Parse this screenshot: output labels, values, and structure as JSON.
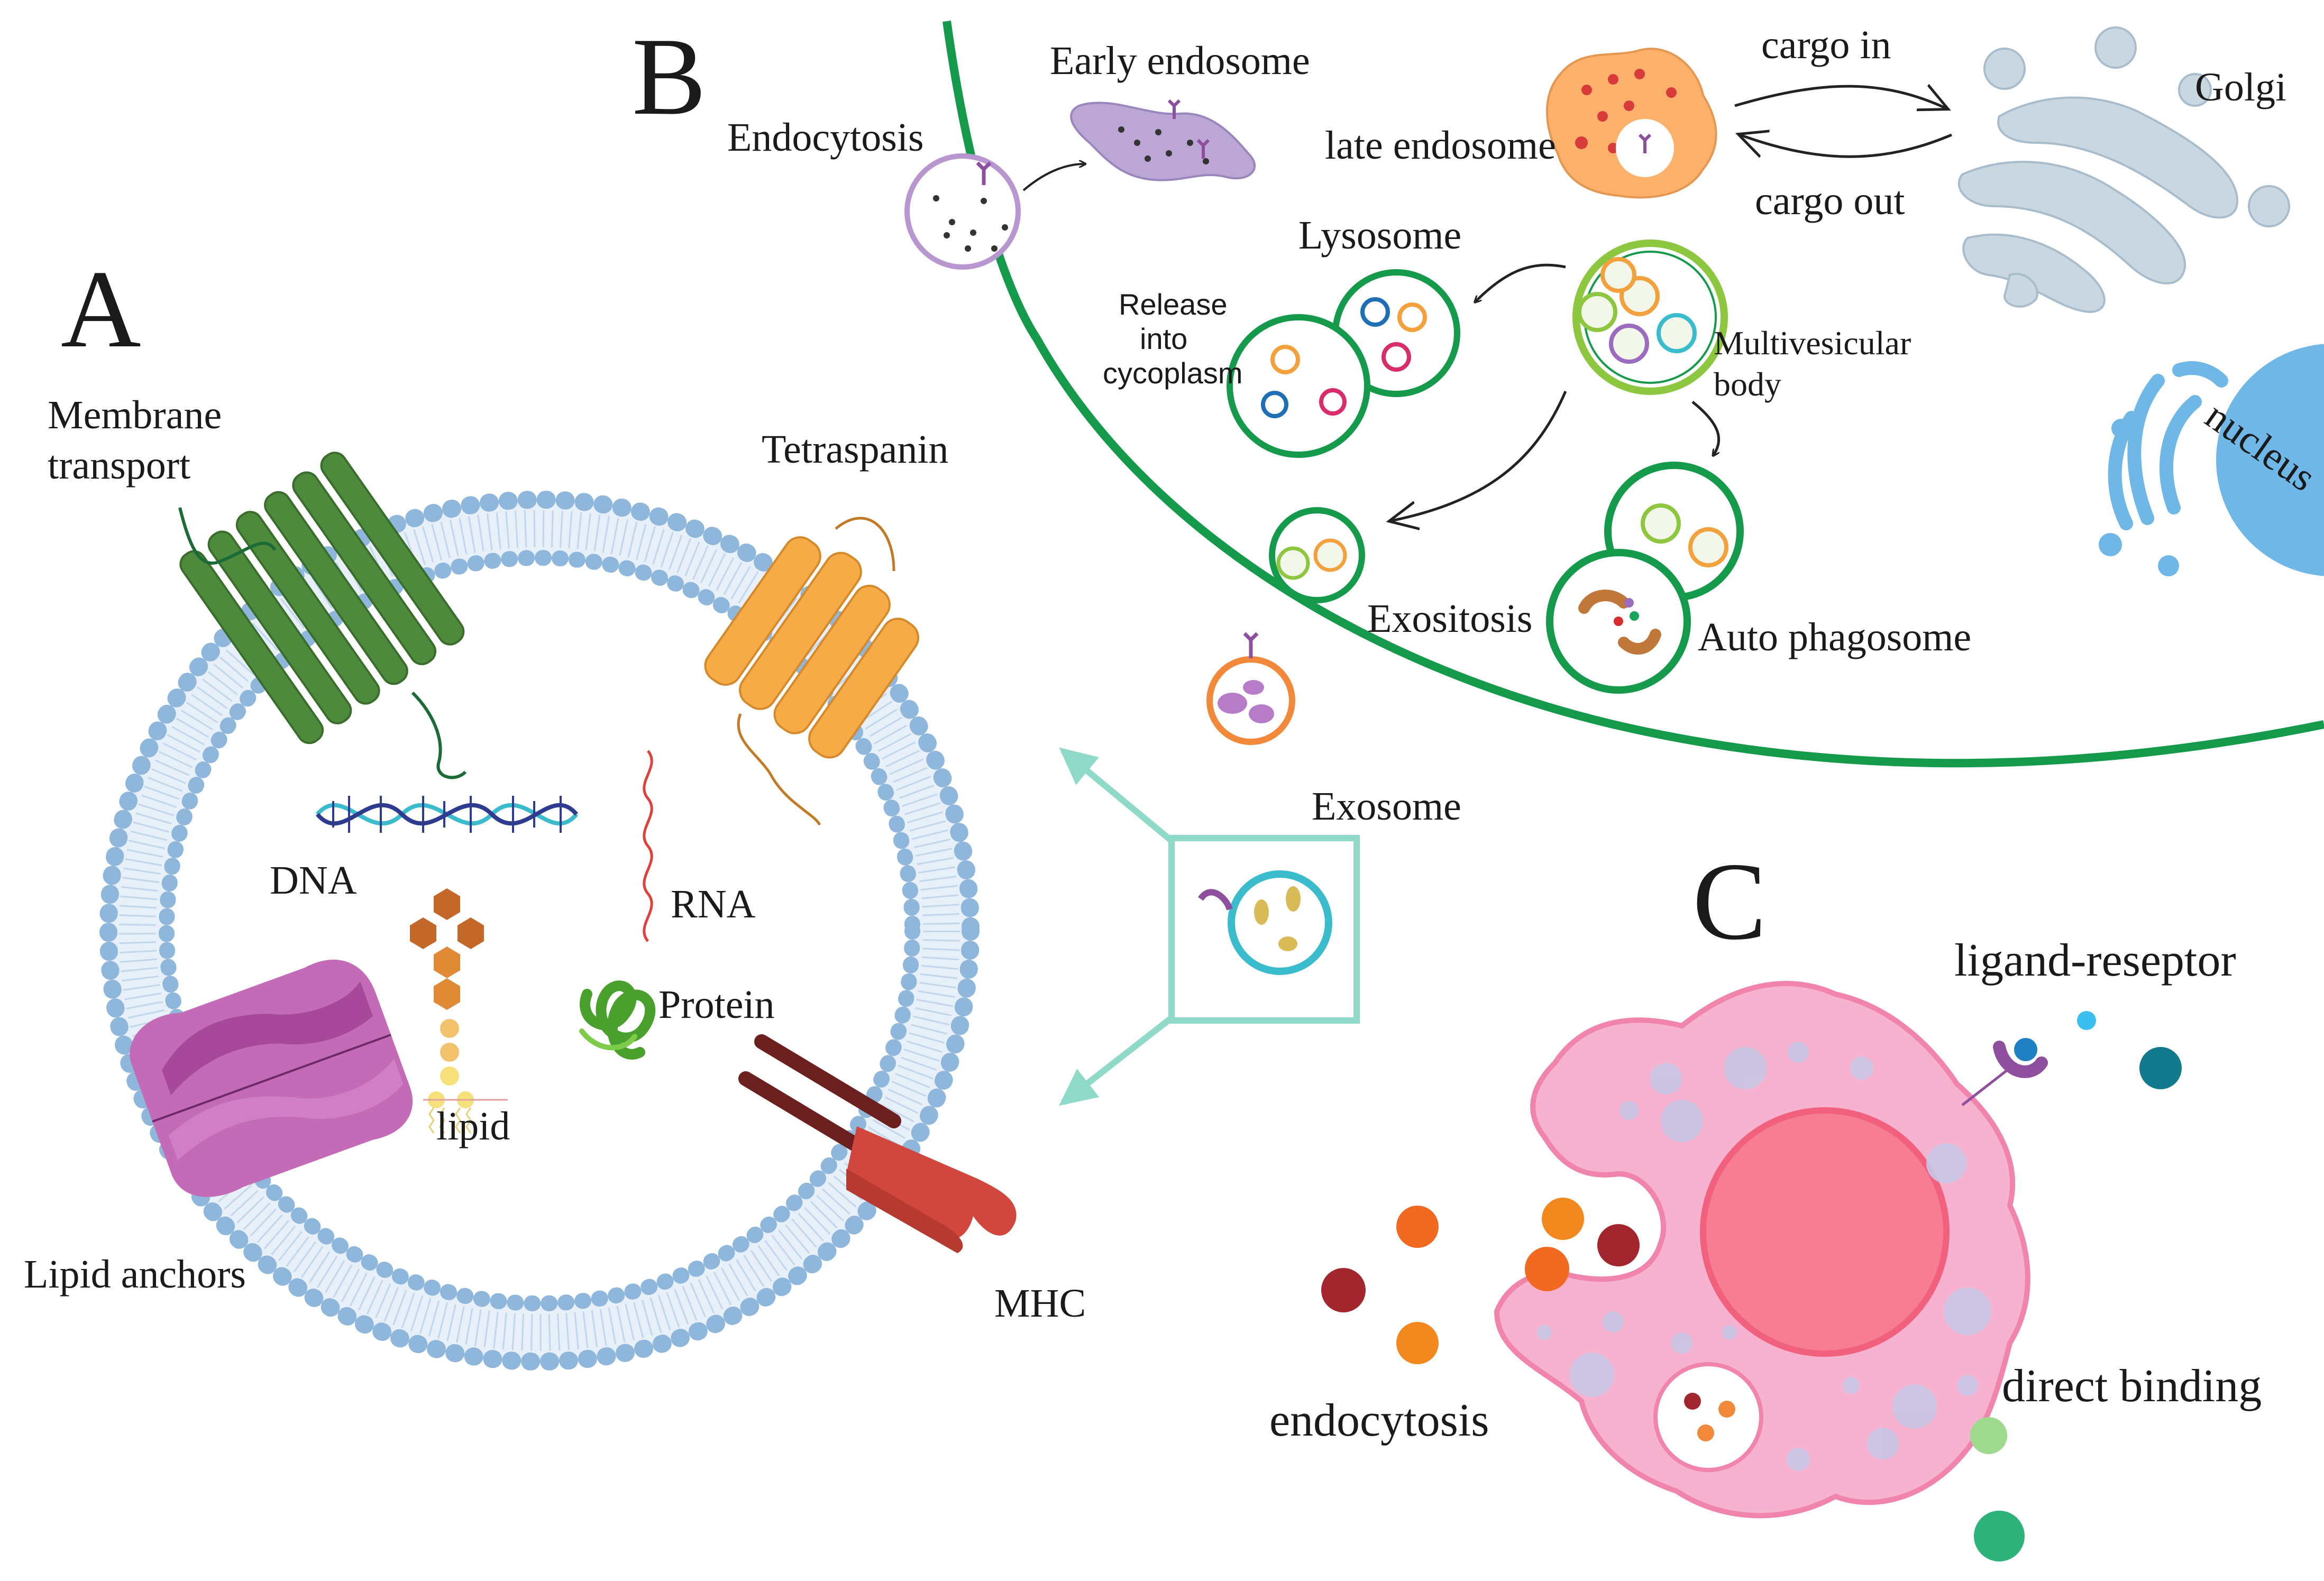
{
  "panels": {
    "a": "A",
    "b": "B",
    "c": "C"
  },
  "panel_a": {
    "membrane_transport": [
      "Membrane",
      "transport"
    ],
    "tetraspanin": "Tetraspanin",
    "dna": "DNA",
    "rna": "RNA",
    "lipid": "lipid",
    "protein": "Protein",
    "lipid_anchors": "Lipid anchors",
    "mhc": "MHC"
  },
  "panel_b": {
    "endocytosis": "Endocytosis",
    "early_endosome": "Early endosome",
    "late_endosome": "late endosome",
    "cargo_in": "cargo in",
    "cargo_out": "cargo out",
    "golgi": "Golgi",
    "lysosome": "Lysosome",
    "release_into_cytoplasm": [
      "Release",
      "into",
      "cycoplasm"
    ],
    "multivesicular_body": [
      "Multivesicular",
      "body"
    ],
    "nucleus": "nucleus",
    "exositosis": "Exositosis",
    "auto_phagosome": "Auto phagosome",
    "exosome": "Exosome"
  },
  "panel_c": {
    "ligand_receptor": "ligand-reseptor",
    "direct_binding": "direct binding",
    "endocytosis": "endocytosis"
  },
  "colors": {
    "membrane_green": "#149a4a",
    "bilayer_blue": "#8fb7dc",
    "transporter_green": "#4e8a3c",
    "tetraspanin_orange": "#f5ac46",
    "mhc_red": "#d1473e",
    "anchor_purple": "#c46bb8",
    "exosome_cyan": "#3bbccd",
    "box_mint": "#8fd9c9",
    "cell_pink": "#f7b2cf",
    "nucleus_pink": "#f77d95",
    "golgi_grey": "#c9d7e1",
    "late_endosome_orange": "#fbb06b",
    "early_endosome_purple": "#bba6d6",
    "nucleus_blue": "#6fb7e6"
  }
}
